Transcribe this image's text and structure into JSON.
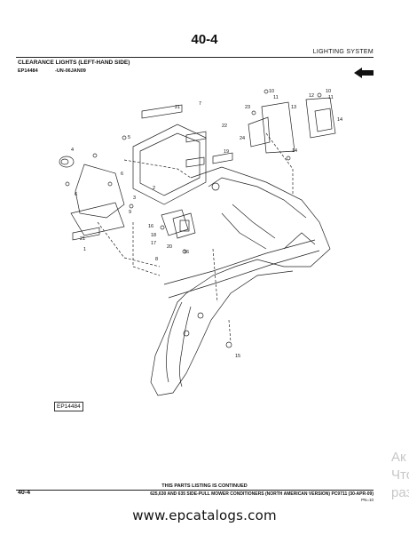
{
  "header": {
    "page_number": "40-4",
    "section": "LIGHTING SYSTEM",
    "title": "CLEARANCE LIGHTS (LEFT-HAND SIDE)",
    "ref_code": "EP14484",
    "ref_date": "-UN-06JAN09"
  },
  "diagram": {
    "figure_tag": "EP14484",
    "callouts": {
      "c1": "1",
      "c2": "2",
      "c3": "3",
      "c4": "4",
      "c5": "5",
      "c6a": "6",
      "c6b": "6",
      "c7": "7",
      "c8": "8",
      "c9": "9",
      "c10a": "10",
      "c10b": "10",
      "c11a": "11",
      "c11b": "11",
      "c12": "12",
      "c13": "13",
      "c14a": "14",
      "c14b": "14",
      "c15": "15",
      "c16a": "16",
      "c16b": "16",
      "c17": "17",
      "c18": "18",
      "c19": "19",
      "c20": "20",
      "c21a": "21",
      "c21b": "21",
      "c22": "22",
      "c23": "23",
      "c24": "24"
    }
  },
  "watermark": {
    "line1": "Ак",
    "line2": "Что",
    "line3": "раз"
  },
  "footer": {
    "notice": "THIS PARTS LISTING IS CONTINUED",
    "page_number": "40-4",
    "caption": "625,630 AND 635 SIDE-PULL MOWER CONDITIONERS (NORTH AMERICAN VERSION)   PC9711   (30-APR-09)",
    "sub": "PN=10",
    "site": "www.epcatalogs.com"
  }
}
